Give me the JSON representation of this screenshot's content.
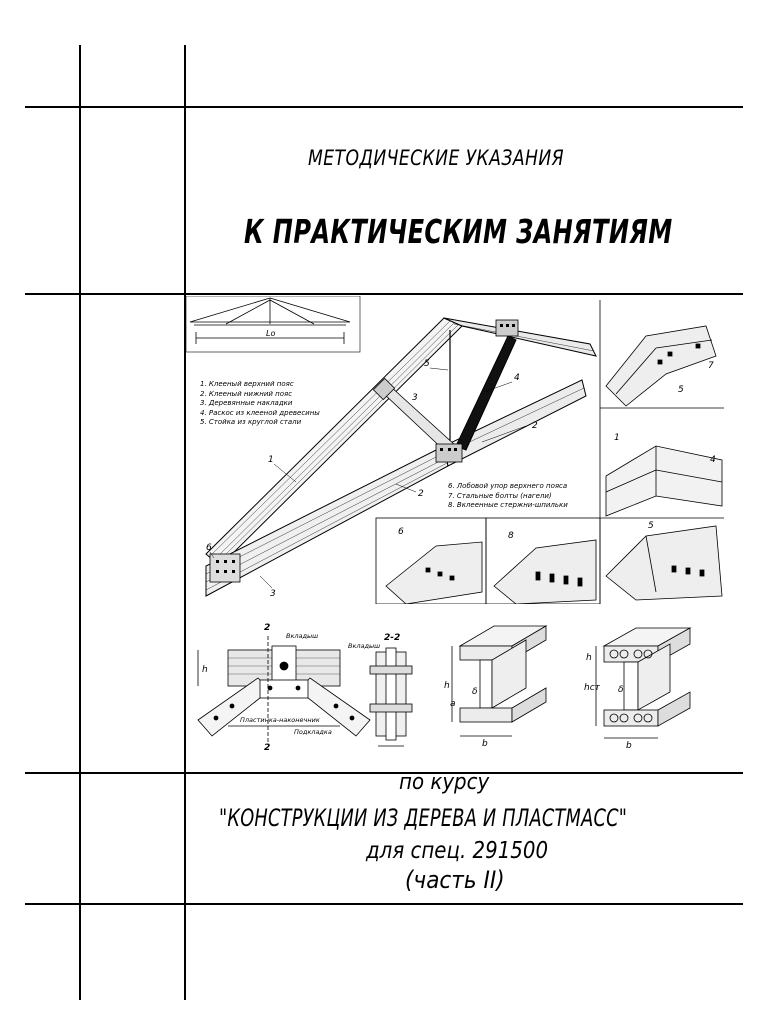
{
  "header": {
    "subtitle": "МЕТОДИЧЕСКИЕ УКАЗАНИЯ",
    "title": "К ПРАКТИЧЕСКИМ ЗАНЯТИЯМ"
  },
  "figure": {
    "span_label": "Lo",
    "legend_left": [
      "1. Клееный верхний пояс",
      "2. Клееный нижний пояс",
      "3. Деревянные накладки",
      "4. Раскос из клееной древесины",
      "5. Стойка из круглой стали"
    ],
    "legend_right": [
      "6. Лобовой упор верхнего пояса",
      "7. Стальные болты (нагели)",
      "8. Вклеенные стержни-шпильки"
    ],
    "callouts": [
      "1",
      "2",
      "3",
      "4",
      "5",
      "6",
      "7",
      "8"
    ],
    "joint_labels": {
      "vkladysh": "Вкладыш",
      "plastinka": "Пластинка-наконечник",
      "podkladka": "Подкладка",
      "section_mark": "2",
      "section_title": "2-2",
      "h": "h",
      "a": "a",
      "b": "b",
      "delta": "δ",
      "hst": "hст"
    }
  },
  "course": {
    "line1": "по курсу",
    "line2": "\"КОНСТРУКЦИИ ИЗ ДЕРЕВА И ПЛАСТМАСС\"",
    "line3": "для спец. 291500",
    "line4": "(часть II)"
  }
}
